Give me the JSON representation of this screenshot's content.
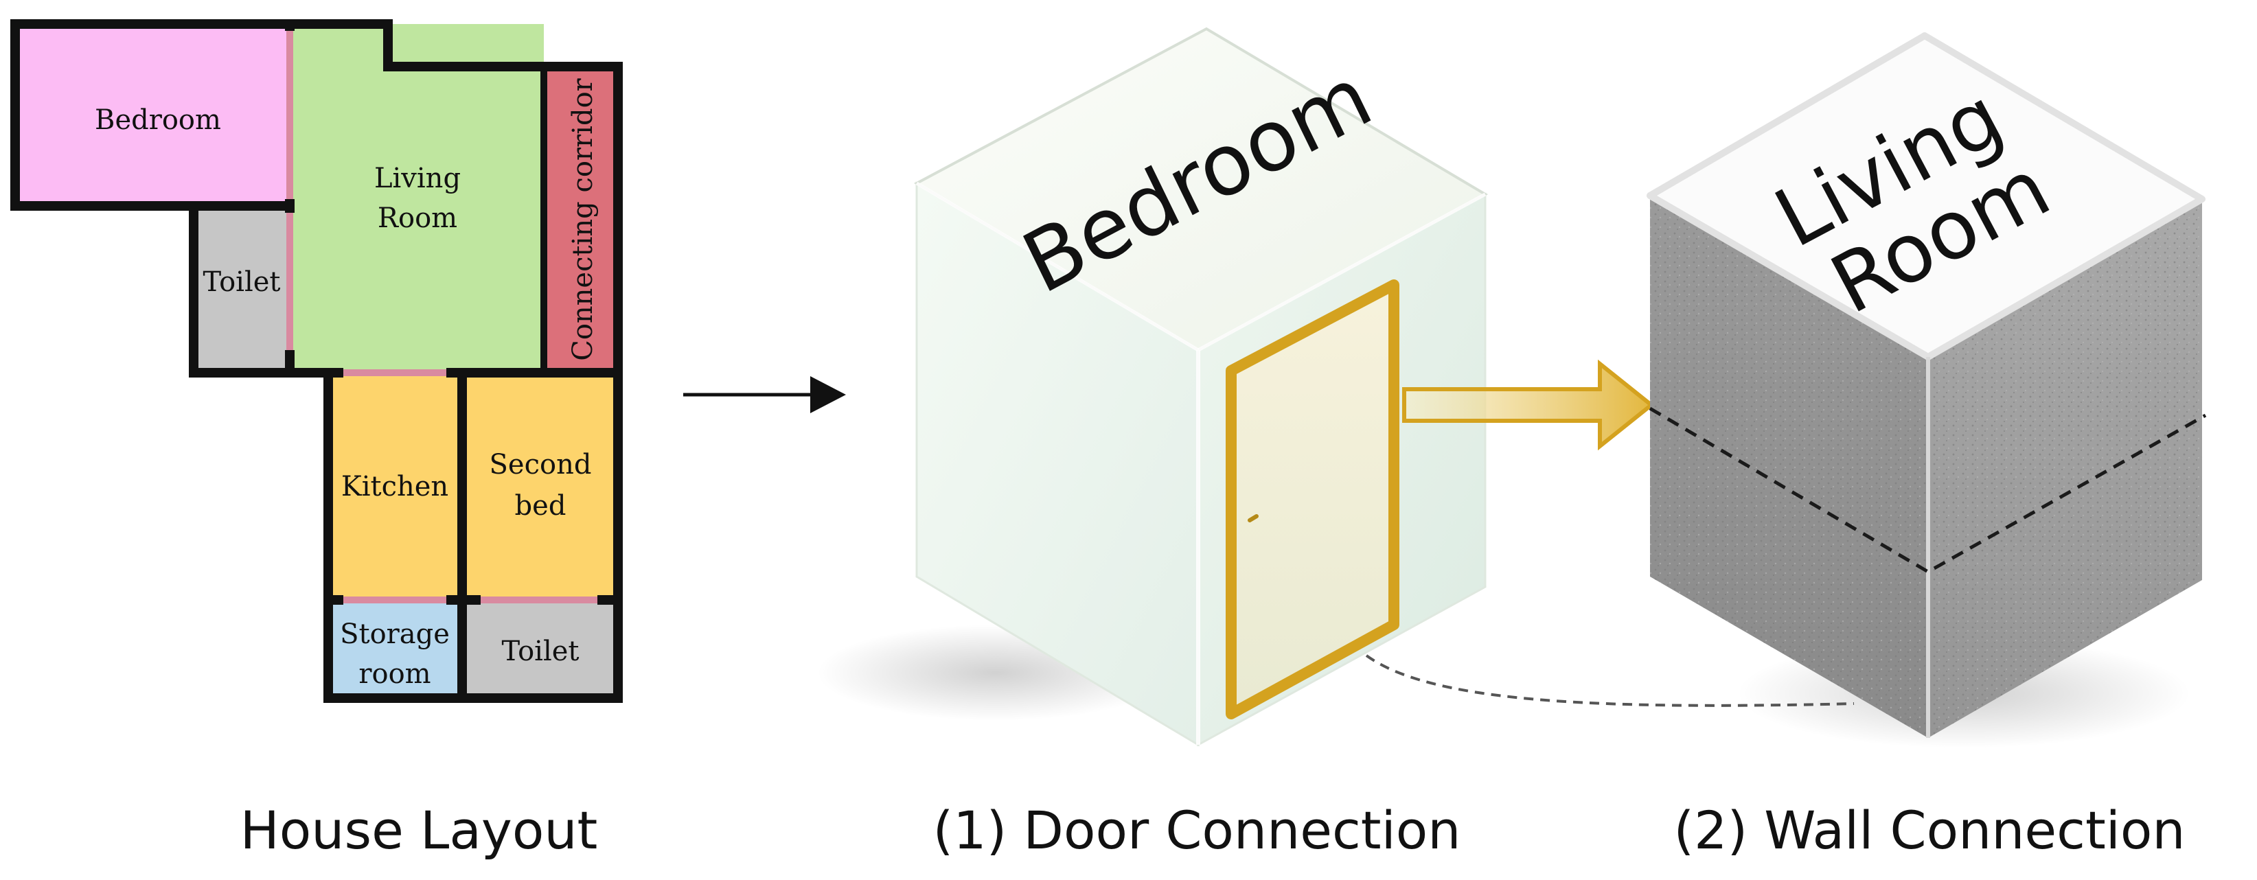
{
  "floorplan": {
    "rooms": {
      "bedroom": "Bedroom",
      "living_line1": "Living",
      "living_line2": "Room",
      "corridor": "Connecting corridor",
      "toilet_left": "Toilet",
      "kitchen": "Kitchen",
      "second_bed_line1": "Second",
      "second_bed_line2": "bed",
      "storage_line1": "Storage",
      "storage_line2": "room",
      "toilet_bottom": "Toilet"
    },
    "colors": {
      "bedroom": "#fcbcf4",
      "living": "#bfe69f",
      "corridor": "#dc707a",
      "toilet": "#c6c6c6",
      "kitchen": "#fdd46c",
      "storage": "#b7d8ee",
      "wall": "#111111",
      "door_gap": "#d98aa0"
    }
  },
  "cube_door": {
    "label": "Bedroom",
    "door_color": "#d4a21f"
  },
  "cube_wall": {
    "label_line1": "Living",
    "label_line2": "Room"
  },
  "captions": {
    "house_layout": "House Layout",
    "door_connection": "(1) Door Connection",
    "wall_connection": "(2) Wall Connection"
  }
}
